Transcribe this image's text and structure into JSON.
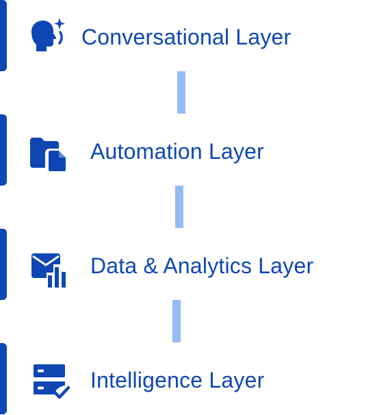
{
  "diagram": {
    "accent_color": "#0e47b3",
    "connector_color": "#94bdf5",
    "layers": [
      {
        "label": "Conversational Layer",
        "icon": "head-sparkle-icon"
      },
      {
        "label": "Automation Layer",
        "icon": "folder-document-icon"
      },
      {
        "label": "Data & Analytics Layer",
        "icon": "mail-chart-icon"
      },
      {
        "label": "Intelligence Layer",
        "icon": "server-check-icon"
      }
    ]
  }
}
